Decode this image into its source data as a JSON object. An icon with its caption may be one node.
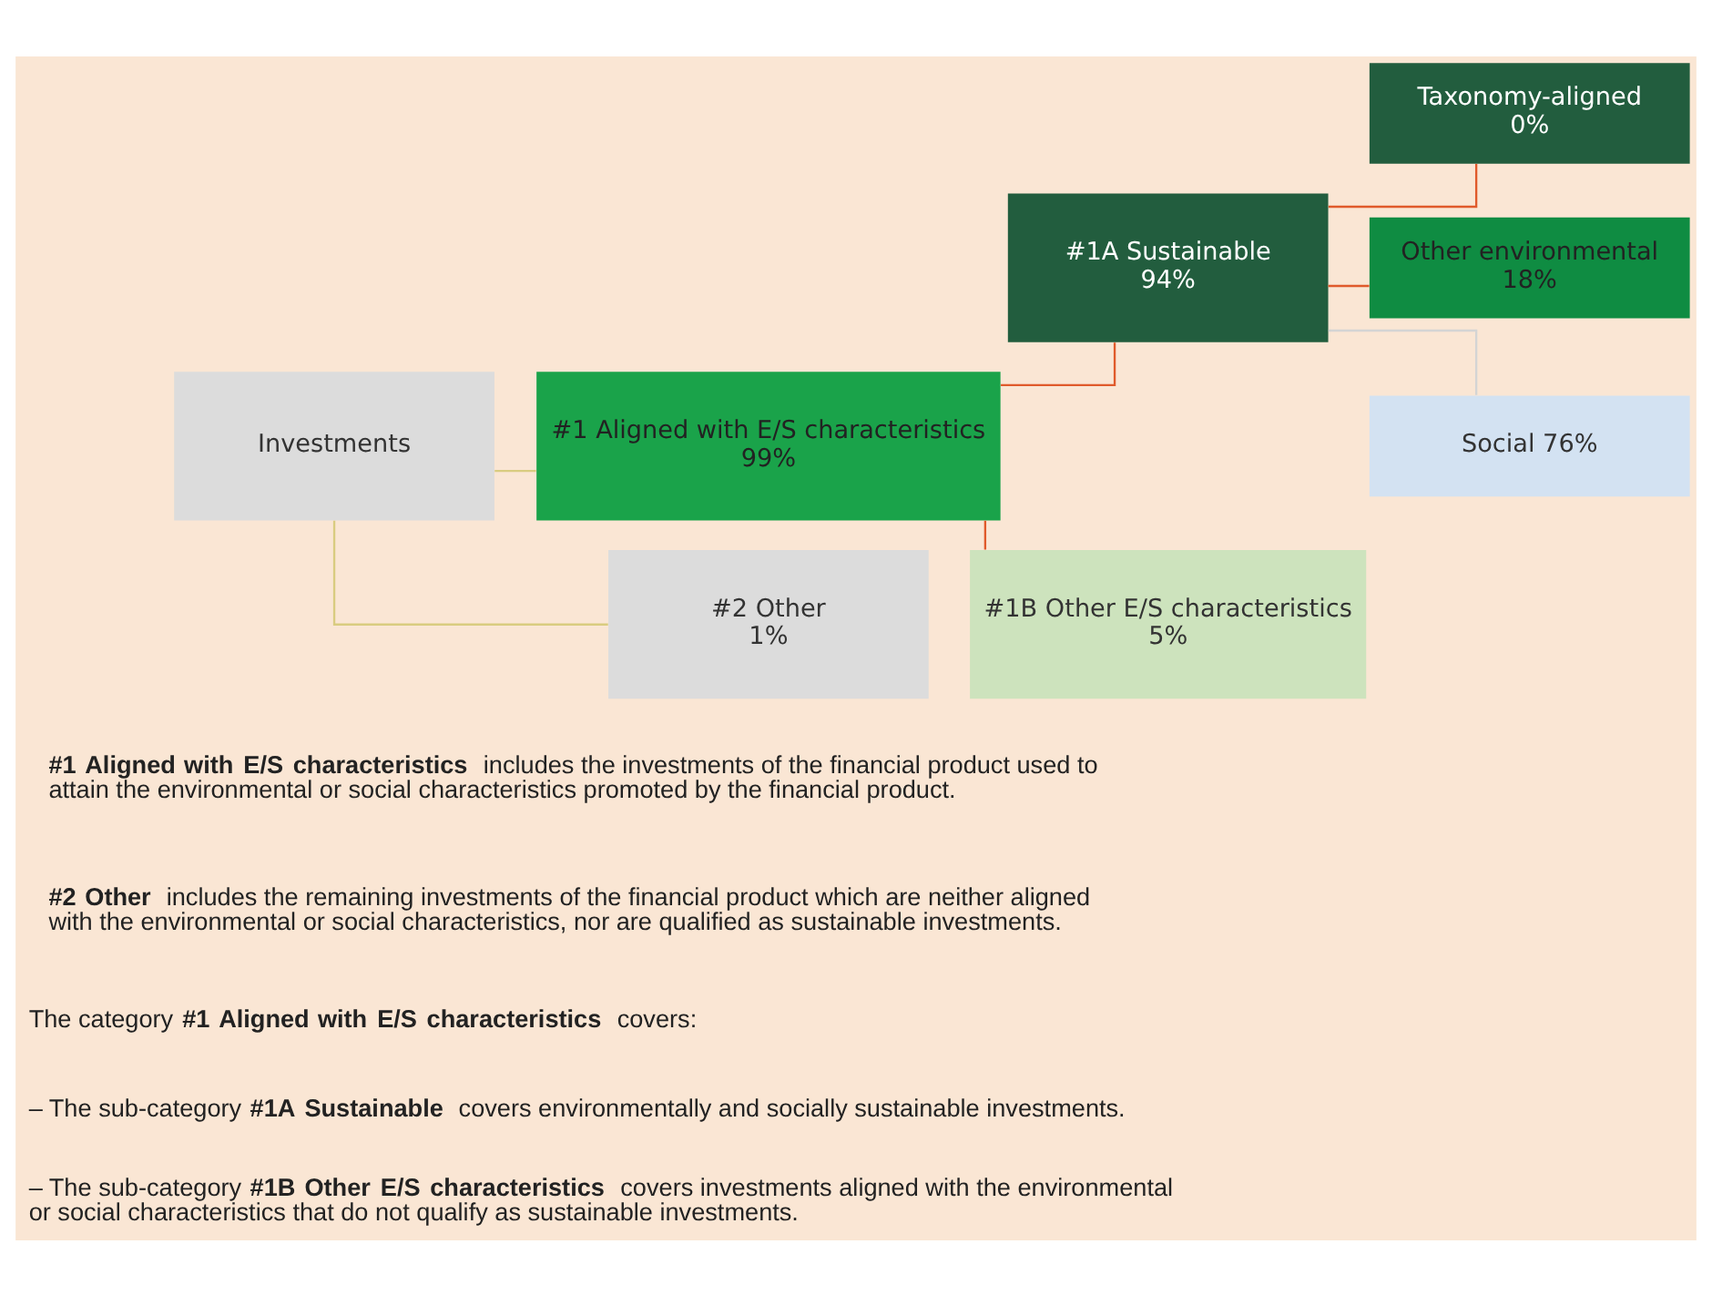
{
  "diagram": {
    "nodes": [
      {
        "text": [
          "Investments"
        ]
      },
      {
        "text": [
          "#1 Aligned with E/S characteristics",
          "99%"
        ]
      },
      {
        "text": [
          "#2 Other",
          "1%"
        ]
      },
      {
        "text": [
          "#1A Sustainable",
          "94%"
        ]
      },
      {
        "text": [
          "#1B Other E/S characteristics",
          "5%"
        ]
      },
      {
        "text": [
          "Taxonomy-aligned",
          "0%"
        ]
      },
      {
        "text": [
          "Other environmental",
          "18%"
        ]
      },
      {
        "text": [
          "Social 76%"
        ]
      }
    ],
    "edges": [
      {
        "from": 0,
        "to": 1,
        "arrow": "none",
        "color": "#d9cc80"
      },
      {
        "from": 0,
        "to": 2,
        "arrow": "none",
        "color": "#d9cc80"
      },
      {
        "from": 1,
        "to": 3,
        "arrow": "none"
      },
      {
        "from": 1,
        "to": 4,
        "arrow": "none"
      },
      {
        "from": 3,
        "to": 5,
        "arrow": "none"
      },
      {
        "from": 3,
        "to": 6,
        "arrow": "none"
      },
      {
        "from": 3,
        "to": 7,
        "arrow": "none",
        "color": "#d4d4d4"
      }
    ],
    "labels": [
      "**#1 Aligned with E/S characteristics** includes the investments of the financial product used to attain the environmental or social characteristics promoted by the financial product.",
      "**#2 Other** includes the remaining investments of the financial product which are neither aligned with the environmental or social characteristics, nor are qualified as sustainable investments.",
      "The category **#1 Aligned with E/S characteristics** covers:",
      "– The sub-category **#1A Sustainable** covers environmentally and socially sustainable investments.",
      "– The sub-category **#1B Other E/S characteristics** covers investments aligned with the environmental or social characteristics that do not qualify as sustainable investments."
    ]
  }
}
